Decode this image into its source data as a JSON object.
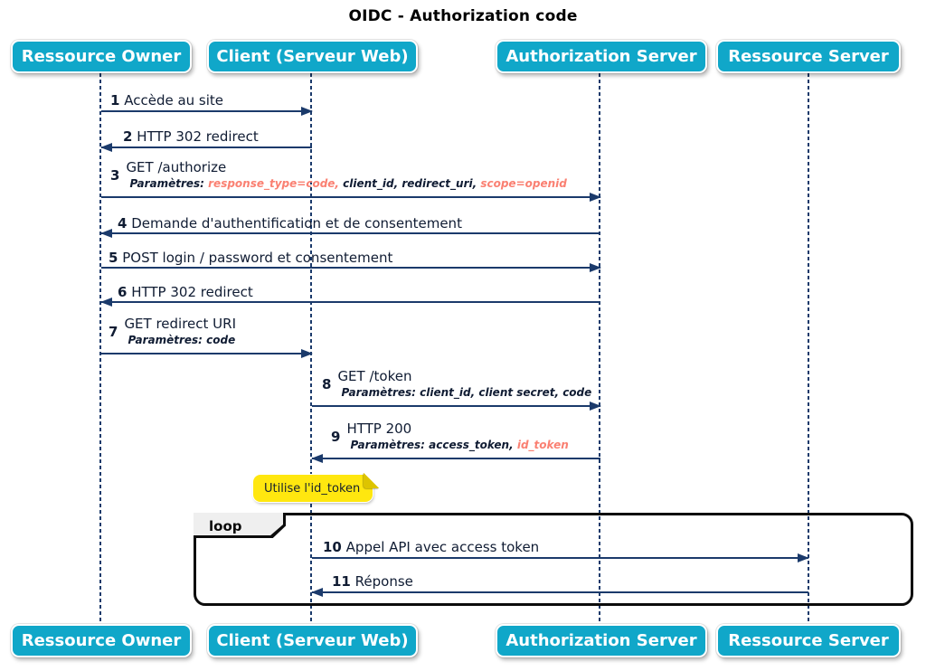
{
  "title": "OIDC - Authorization code",
  "colors": {
    "participant_fill": "#10a7c9",
    "line": "#1b3a6b",
    "text": "#101c33",
    "highlight": "#fa8072",
    "note_fill": "#ffe70f",
    "loop_label_fill": "#efefef"
  },
  "participants": {
    "ro": "Ressource Owner",
    "client": "Client (Serveur Web)",
    "as": "Authorization Server",
    "rs": "Ressource Server"
  },
  "messages": {
    "m1": {
      "num": "1",
      "text": "Accède au site"
    },
    "m2": {
      "num": "2",
      "text": "HTTP 302 redirect"
    },
    "m3": {
      "num": "3",
      "text": "GET /authorize",
      "p_label": "Paramètres: ",
      "p_hl1": "response_type=code,",
      "p_mid": " client_id, redirect_uri, ",
      "p_hl2": "scope=openid"
    },
    "m4": {
      "num": "4",
      "text": "Demande d'authentification et de consentement"
    },
    "m5": {
      "num": "5",
      "text": "POST login / password et consentement"
    },
    "m6": {
      "num": "6",
      "text": "HTTP 302 redirect"
    },
    "m7": {
      "num": "7",
      "text": "GET redirect URI",
      "p_label": "Paramètres: ",
      "p_rest": "code"
    },
    "m8": {
      "num": "8",
      "text": "GET /token",
      "p_label": "Paramètres: ",
      "p_rest": "client_id, client secret, code"
    },
    "m9": {
      "num": "9",
      "text": "HTTP 200",
      "p_label": "Paramètres: ",
      "p_mid": "access_token, ",
      "p_hl": "id_token"
    },
    "m10": {
      "num": "10",
      "text": "Appel API avec access token"
    },
    "m11": {
      "num": "11",
      "text": "Réponse"
    }
  },
  "note": {
    "text": "Utilise l'id_token"
  },
  "loop": {
    "label": "loop"
  }
}
